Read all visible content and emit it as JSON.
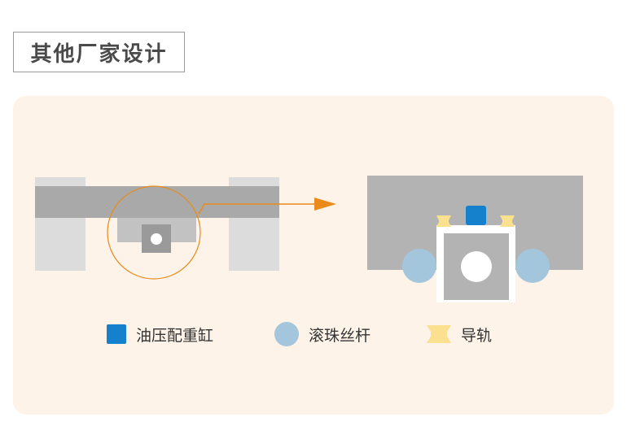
{
  "title": "其他厂家设计",
  "legend": {
    "items": [
      {
        "label": "油压配重缸",
        "icon": "blue-square-icon",
        "color": "#1580cc"
      },
      {
        "label": "滚珠丝杆",
        "icon": "light-blue-circle-icon",
        "color": "#a4c6dc"
      },
      {
        "label": "导轨",
        "icon": "yellow-rail-icon",
        "color": "#fbe08f"
      }
    ]
  },
  "colors": {
    "panel_bg": "#fdf3e8",
    "gray_dark": "#a9a9a9",
    "gray_mid": "#b9b9b9",
    "gray_light": "#dcdcdc",
    "accent_orange": "#e98a1a"
  }
}
